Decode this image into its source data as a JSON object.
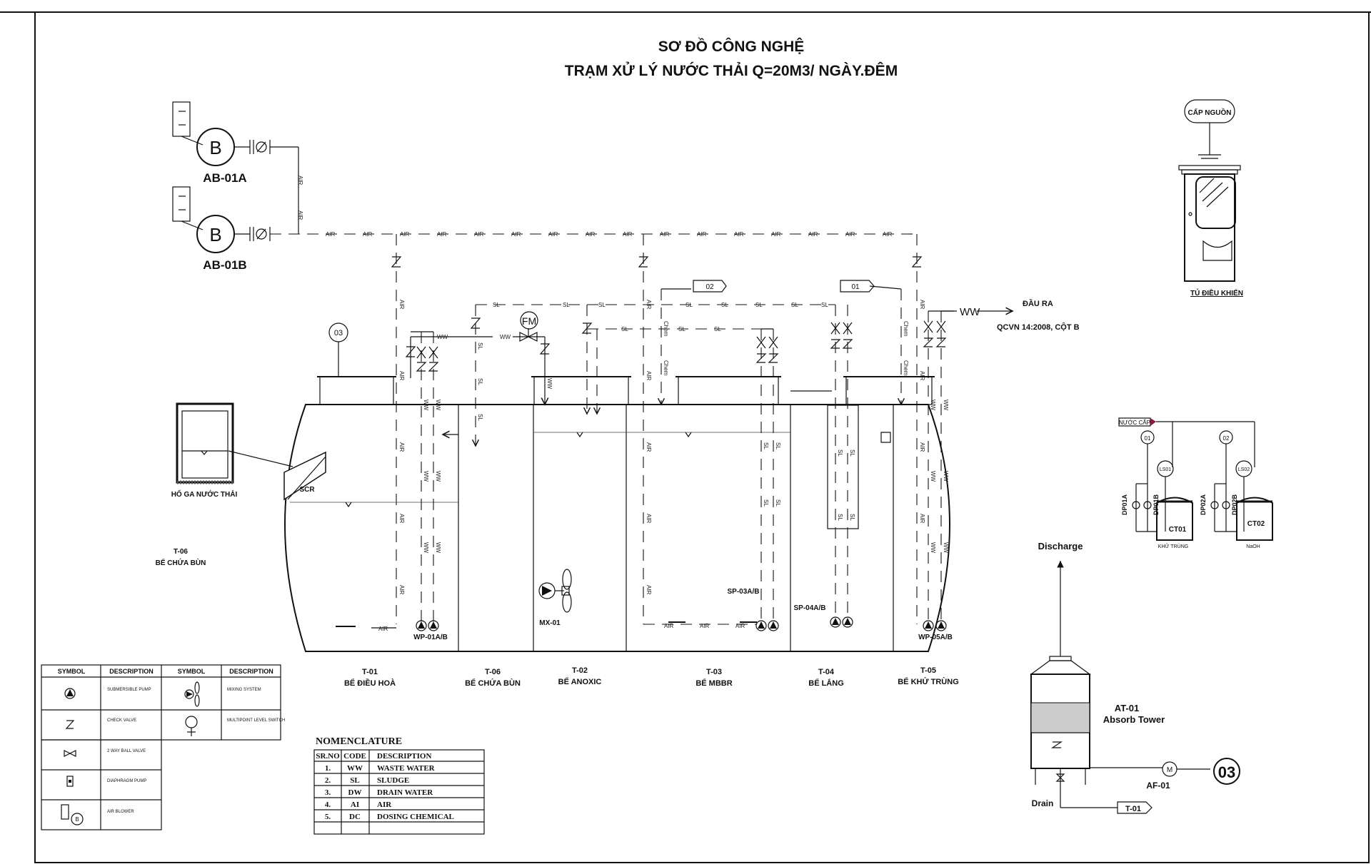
{
  "title": {
    "line1": "SƠ ĐỒ CÔNG NGHỆ",
    "line2": "TRẠM XỬ LÝ NƯỚC THẢI Q=20M3/ NGÀY.ĐÊM"
  },
  "blowers": {
    "a": "AB-01A",
    "b": "AB-01B",
    "symbol": "B"
  },
  "line_codes": {
    "air": "AIR",
    "sludge": "SL",
    "ww": "WW",
    "chem": "Chem"
  },
  "outlet": {
    "code": "WW",
    "label": "ĐẦU RA",
    "standard": "QCVN 14:2008, CỘT B"
  },
  "power": {
    "label": "CẤP NGUỒN",
    "cabinet": "TỦ ĐIỀU KHIỂN"
  },
  "manhole": {
    "label": "HỐ GA NƯỚC THẢI",
    "screen": "SCR"
  },
  "sludge_note": {
    "code": "T-06",
    "name": "BỂ CHỨA BÙN"
  },
  "refs": {
    "r03": "03",
    "r02": "02",
    "r01": "01",
    "fm": "FM"
  },
  "equipment": {
    "wp01": "WP-01A/B",
    "mx01": "MX-01",
    "sp03": "SP-03A/B",
    "sp04": "SP-04A/B",
    "wp05": "WP-05A/B"
  },
  "tanks": [
    {
      "code": "T-01",
      "name": "BỂ ĐIỀU HOÀ"
    },
    {
      "code": "T-06",
      "name": "BỂ CHỨA BÙN"
    },
    {
      "code": "T-02",
      "name": "BỂ ANOXIC"
    },
    {
      "code": "T-03",
      "name": "BỂ MBBR"
    },
    {
      "code": "T-04",
      "name": "BỂ LẮNG"
    },
    {
      "code": "T-05",
      "name": "BỂ KHỬ TRÙNG"
    }
  ],
  "dosing": {
    "supply": "NƯỚC CẤP",
    "p1a": "DP01A",
    "p1b": "DP01B",
    "p2a": "DP02A",
    "p2b": "DP02B",
    "ls1": "LS01",
    "ls2": "LS02",
    "ct1": "CT01",
    "ct2": "CT02",
    "ct1_label": "KHỬ TRÙNG",
    "ct2_label": "NaOH",
    "ref1": "01",
    "ref2": "02"
  },
  "tower": {
    "discharge": "Discharge",
    "code": "AT-01",
    "name": "Absorb Tower",
    "fan": "AF-01",
    "fan_symbol": "M",
    "ref": "03",
    "drain": "Drain",
    "to": "T-01"
  },
  "legend": {
    "headers": [
      "SYMBOL",
      "DESCRIPTION",
      "SYMBOL",
      "DESCRIPTION"
    ],
    "items": [
      {
        "icon": "submersible-pump-icon",
        "text": "SUBMERSIBLE PUMP"
      },
      {
        "icon": "check-valve-icon",
        "text": "CHECK VALVE"
      },
      {
        "icon": "ball-valve-icon",
        "text": "2 WAY BALL VALVE"
      },
      {
        "icon": "diaphragm-pump-icon",
        "text": "DIAPHRAGM PUMP"
      },
      {
        "icon": "air-blower-icon",
        "text": "AIR BLOWER"
      },
      {
        "icon": "mixing-system-icon",
        "text": "MIXING SYSTEM"
      },
      {
        "icon": "level-switch-icon",
        "text": "MULTIPOINT LEVEL SWITCH"
      }
    ]
  },
  "nomenclature": {
    "title": "NOMENCLATURE",
    "headers": [
      "SR.NO",
      "CODE",
      "DESCRIPTION"
    ],
    "rows": [
      [
        "1.",
        "WW",
        "WASTE WATER"
      ],
      [
        "2.",
        "SL",
        "SLUDGE"
      ],
      [
        "3.",
        "DW",
        "DRAIN WATER"
      ],
      [
        "4.",
        "AI",
        "AIR"
      ],
      [
        "5.",
        "DC",
        "DOSING CHEMICAL"
      ]
    ]
  }
}
